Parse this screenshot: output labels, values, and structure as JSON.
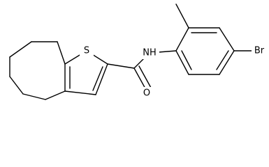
{
  "molecule": {
    "atom_labels": {
      "sulfur": "S",
      "amide_nitrogen": "NH",
      "carbonyl_oxygen": "O",
      "bromine": "Br"
    }
  }
}
